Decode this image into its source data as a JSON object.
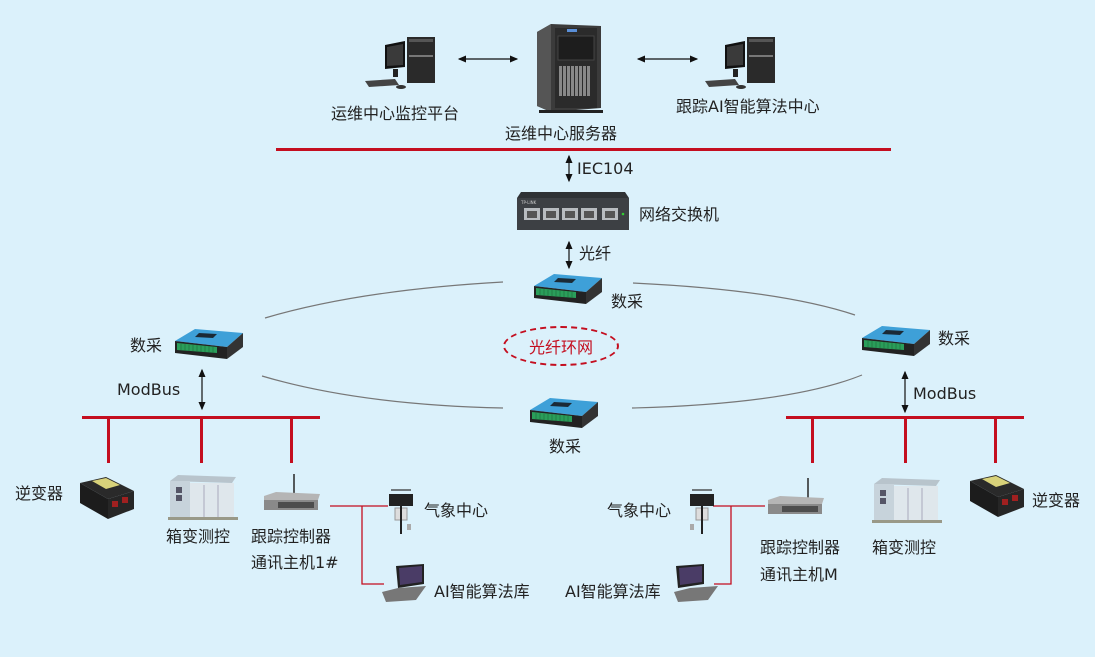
{
  "top": {
    "monitor_platform": "运维中心监控平台",
    "server": "运维中心服务器",
    "ai_center": "跟踪AI智能算法中心"
  },
  "link_labels": {
    "iec": "IEC104",
    "fiber": "光纤",
    "modbus_left": "ModBus",
    "modbus_right": "ModBus"
  },
  "switch": {
    "label": "网络交换机",
    "brand": "TP-LINK"
  },
  "ring": {
    "label": "光纤环网",
    "daq_top": "数采",
    "daq_left": "数采",
    "daq_right": "数采",
    "daq_bottom": "数采"
  },
  "left_group": {
    "inverter": "逆变器",
    "box_transformer": "箱变测控",
    "controller_line1": "跟踪控制器",
    "controller_line2": "通讯主机1#",
    "weather": "气象中心",
    "ai_library": "AI智能算法库"
  },
  "right_group": {
    "inverter": "逆变器",
    "box_transformer": "箱变测控",
    "controller_line1": "跟踪控制器",
    "controller_line2": "通讯主机M",
    "weather": "气象中心",
    "ai_library": "AI智能算法库"
  },
  "colors": {
    "background": "#dbf1fb",
    "bus": "#c40e1f",
    "ring_line": "#777777"
  }
}
